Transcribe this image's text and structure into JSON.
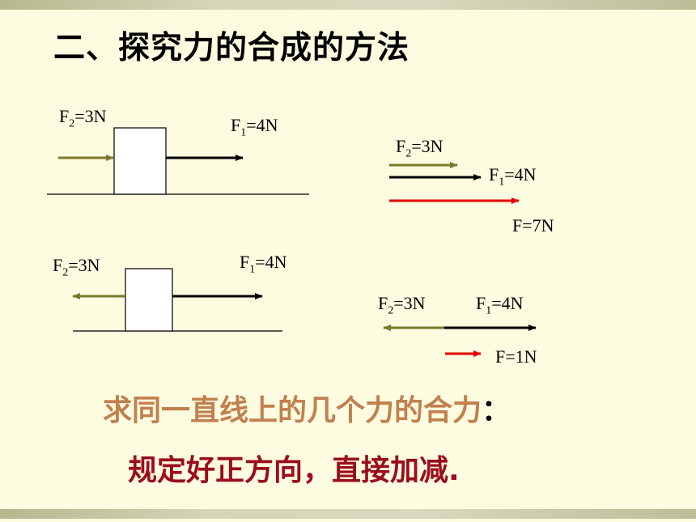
{
  "title": "二、探究力的合成的方法",
  "colors": {
    "olive": "#7b7a2b",
    "black": "#000000",
    "red": "#e10000",
    "rule1": "#c1804e",
    "rule2": "#9b0d1d"
  },
  "labels": {
    "d1_f2": "=3N",
    "d1_f1": "=4N",
    "d2_f2": "=3N",
    "d2_f1": "=4N",
    "d2_f": "F=7N",
    "d3_f2": "=3N",
    "d3_f1": "=4N",
    "d4_f2": "=3N",
    "d4_f1": "=4N",
    "d4_f": "F=1N"
  },
  "rule_line1": "求同一直线上的几个力的合力",
  "rule_line1_colon": "：",
  "rule_line2": "规定好正方向，直接加减."
}
